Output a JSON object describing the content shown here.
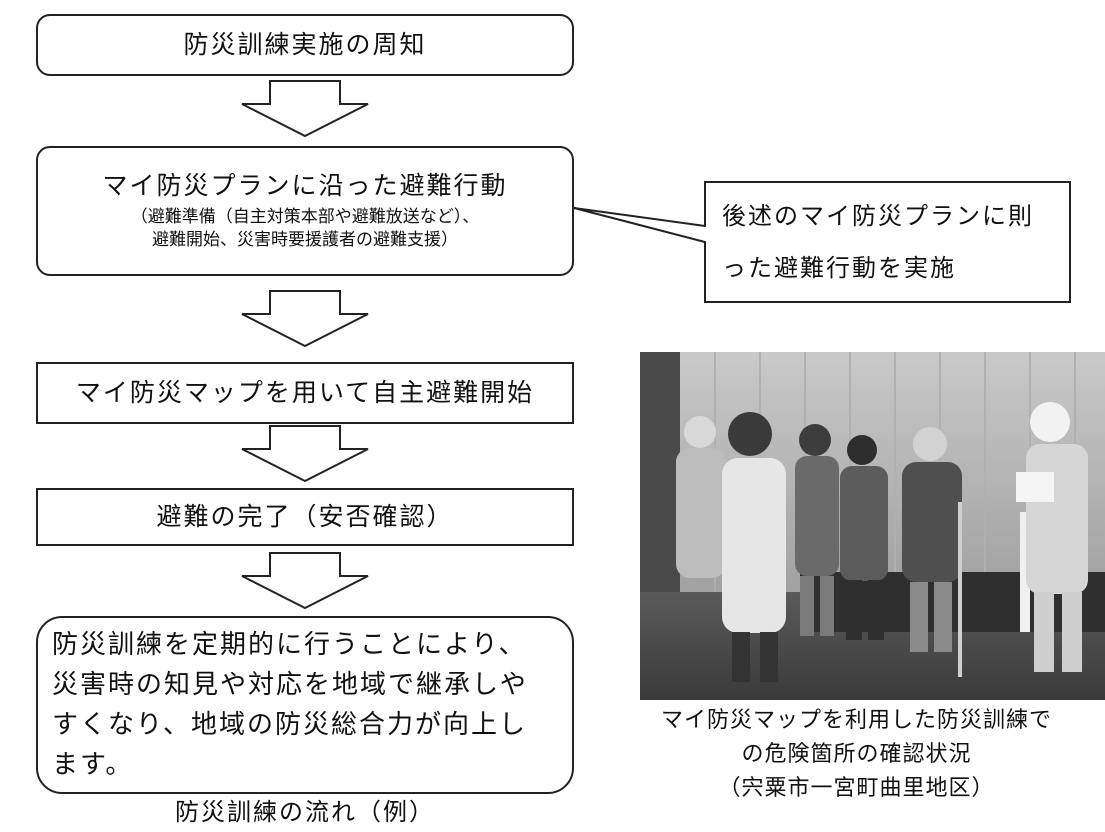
{
  "flow": {
    "step1": "防災訓練実施の周知",
    "step2_title": "マイ防災プランに沿った避難行動",
    "step2_detail_line1": "（避難準備（自主対策本部や避難放送など）、",
    "step2_detail_line2": "避難開始、災害時要援護者の避難支援）",
    "step3": "マイ防災マップを用いて自主避難開始",
    "step4": "避難の完了（安否確認）",
    "result_line1": "防災訓練を定期的に行うことにより、",
    "result_line2": "災害時の知見や対応を地域で継承しや",
    "result_line3": "すくなり、地域の防災総合力が向上し",
    "result_line4": "ます。",
    "caption": "防災訓練の流れ（例）"
  },
  "callout": {
    "line1": "後述のマイ防災プランに則",
    "line2": "った避難行動を実施"
  },
  "photo": {
    "caption_line1": "マイ防災マップを利用した防災訓練で",
    "caption_line2": "の危険箇所の確認状況",
    "caption_line3": "（宍粟市一宮町曲里地区）"
  },
  "colors": {
    "border": "#222222",
    "background": "#ffffff"
  }
}
